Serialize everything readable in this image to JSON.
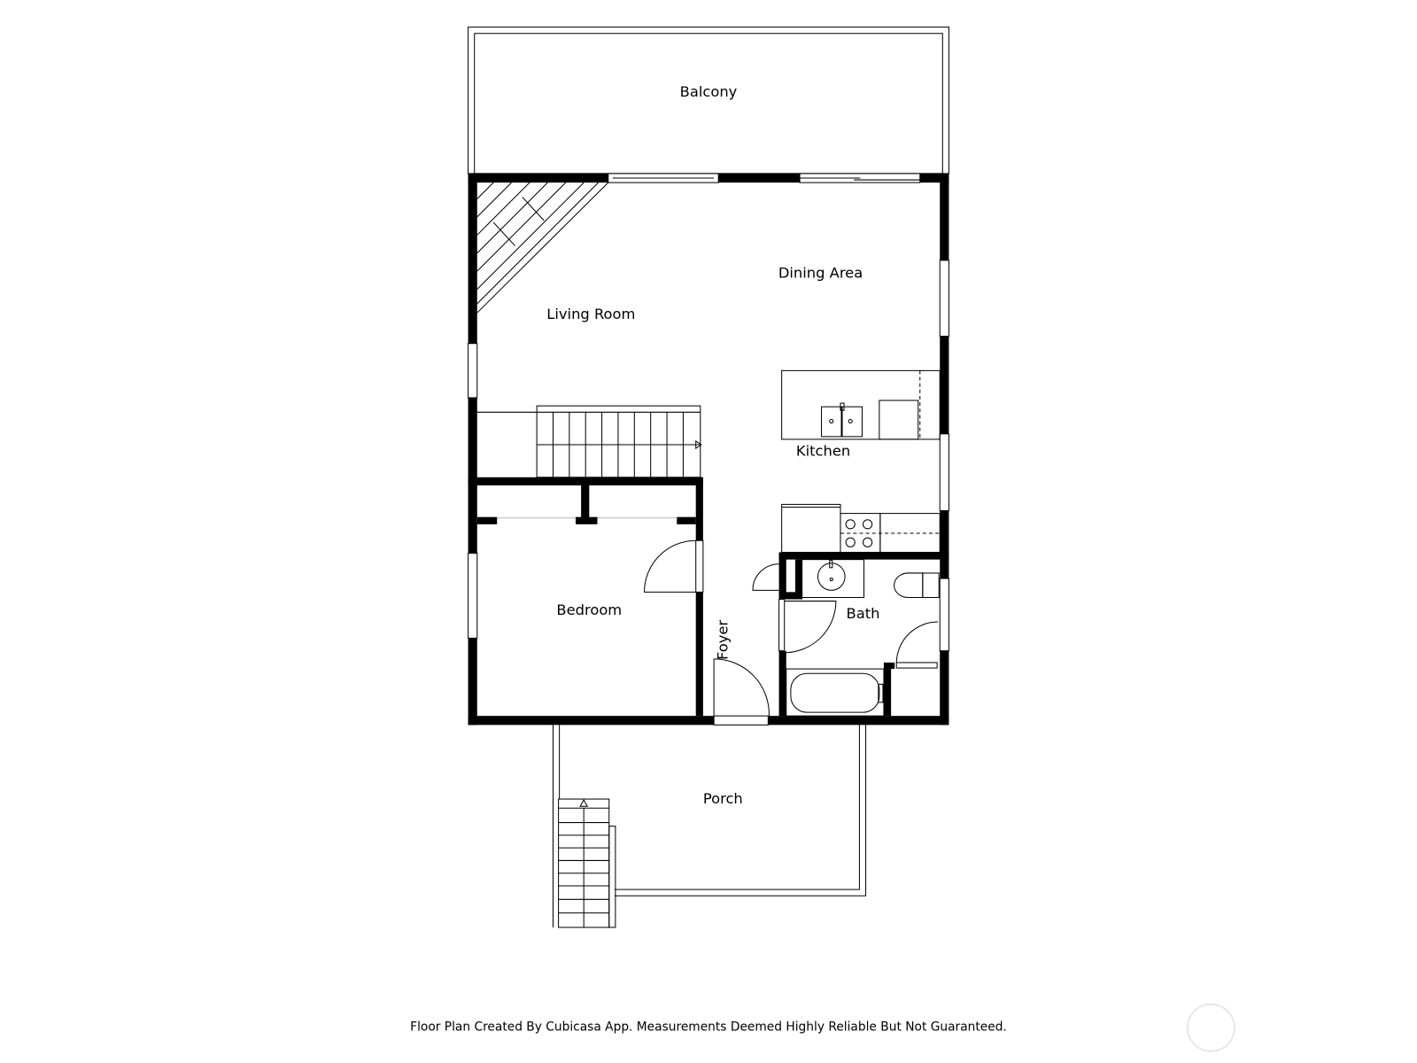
{
  "rooms": {
    "balcony": "Balcony",
    "living_room": "Living Room",
    "dining_area": "Dining Area",
    "kitchen": "Kitchen",
    "bedroom": "Bedroom",
    "foyer": "Foyer",
    "bath": "Bath",
    "porch": "Porch"
  },
  "footer": "Floor Plan Created By Cubicasa App. Measurements Deemed Highly Reliable But Not Guaranteed.",
  "colors": {
    "wall": "#000000",
    "background": "#ffffff",
    "watermark": "#e8e8e8"
  }
}
